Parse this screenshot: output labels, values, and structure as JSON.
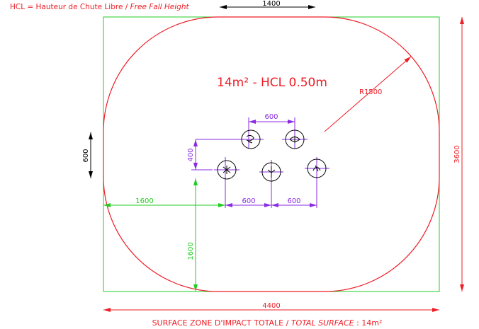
{
  "legend": {
    "prefix": "HCL = Hauteur de Chute Libre / ",
    "italic": "Free Fall Height"
  },
  "title": "14m² - HCL 0.50m",
  "radius_label": "R1500",
  "dims": {
    "top_width": "1400",
    "left_height": "600",
    "right_height": "3600",
    "bottom_width": "4400",
    "green_horizontal": "1600",
    "green_vertical": "1600",
    "purple_vertical": "400",
    "purple_top": "600",
    "purple_bottom_left": "600",
    "purple_bottom_right": "600"
  },
  "footer": {
    "prefix": "SURFACE ZONE D'IMPACT TOTALE / ",
    "italic": "TOTAL SURFACE",
    "suffix": " : 14m²"
  },
  "colors": {
    "red": "#ee1c25",
    "green": "#22cc22",
    "purple": "#8a2be2",
    "black": "#000000"
  }
}
